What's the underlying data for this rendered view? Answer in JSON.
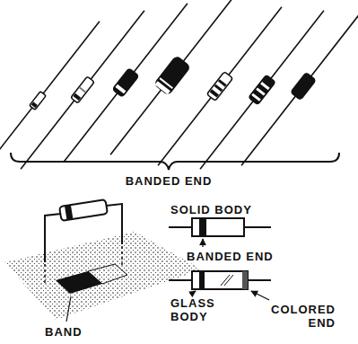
{
  "diagram": {
    "labels": [
      "BANDED END",
      "SOLID BODY",
      "BANDED END",
      "BAND",
      "GLASS BODY",
      "COLORED END"
    ]
  }
}
